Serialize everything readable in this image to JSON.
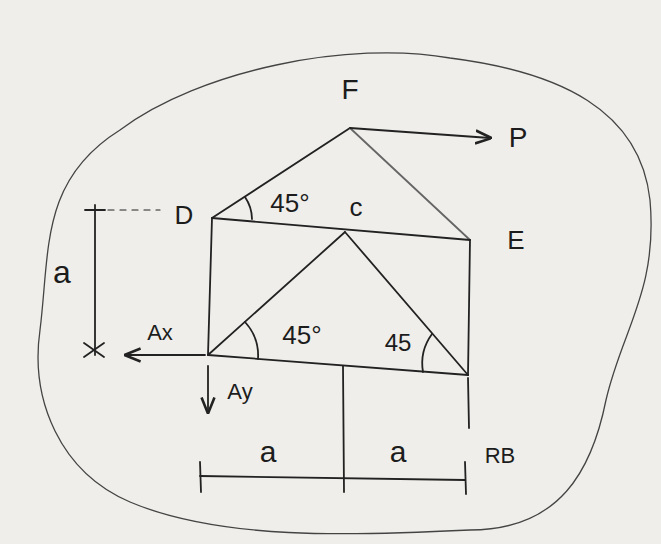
{
  "diagram": {
    "labels": [
      "F",
      "P",
      "D",
      "45°",
      "c",
      "E",
      "a",
      "Ax",
      "45°",
      "45",
      "Ay",
      "a",
      "a",
      "RB"
    ]
  }
}
